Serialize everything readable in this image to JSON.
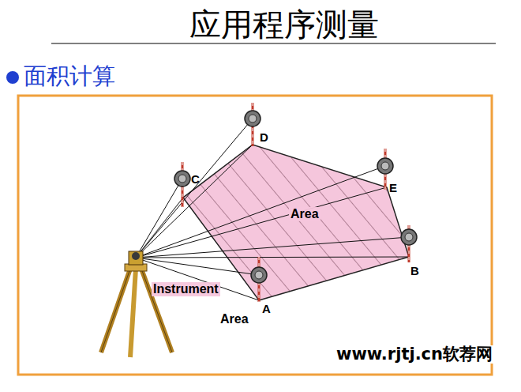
{
  "diagram": {
    "title": "应用程序测量",
    "labels": [
      "面积计算",
      "D",
      "C",
      "E",
      "Area",
      "B",
      "Instrument",
      "A",
      "Area",
      "www.rjtj.cn软荐网"
    ]
  }
}
